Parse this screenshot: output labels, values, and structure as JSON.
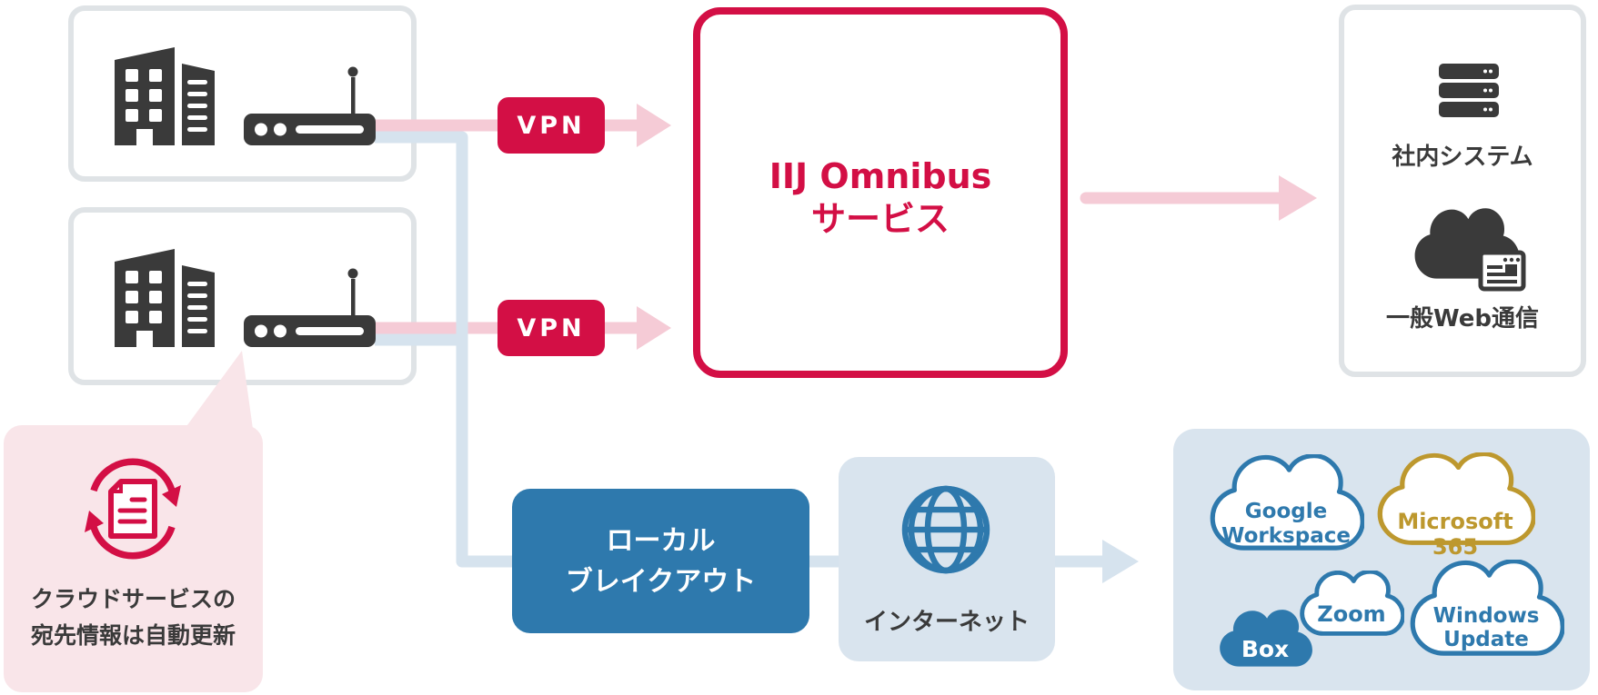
{
  "colors": {
    "brand_red": "#d30f45",
    "pink_arrow": "#f5cbd6",
    "pale_pink_callout": "#f9e5e9",
    "light_blue_line": "#d6e3ee",
    "panel_light_blue": "#d9e4ee",
    "steel_blue": "#2e79ad",
    "microsoft_gold": "#bd982e",
    "dark_gray": "#3a3a3a"
  },
  "icons": {
    "site": [
      "building-icon",
      "router-icon"
    ],
    "destination": [
      "server-stack-icon",
      "cloud-browser-icon"
    ],
    "callout": "sync-document-icon",
    "internet": "globe-icon",
    "cloud_services": "cloud-icon"
  },
  "vpn_badge_1": {
    "label": "VPN"
  },
  "vpn_badge_2": {
    "label": "VPN"
  },
  "omnibus_box": {
    "line1": "IIJ Omnibus",
    "line2": "サービス"
  },
  "destination_box": {
    "internal_system_label": "社内システム",
    "general_web_label": "一般Web通信"
  },
  "callout_box": {
    "line1": "クラウドサービスの",
    "line2": "宛先情報は自動更新"
  },
  "local_breakout_box": {
    "line1": "ローカル",
    "line2": "ブレイクアウト"
  },
  "internet_box": {
    "label": "インターネット"
  },
  "cloud_services_box": {
    "google_workspace": {
      "line1": "Google",
      "line2": "Workspace"
    },
    "microsoft_365": {
      "label": "Microsoft 365"
    },
    "zoom": {
      "label": "Zoom"
    },
    "box": {
      "label": "Box"
    },
    "windows_update": {
      "line1": "Windows",
      "line2": "Update"
    }
  }
}
